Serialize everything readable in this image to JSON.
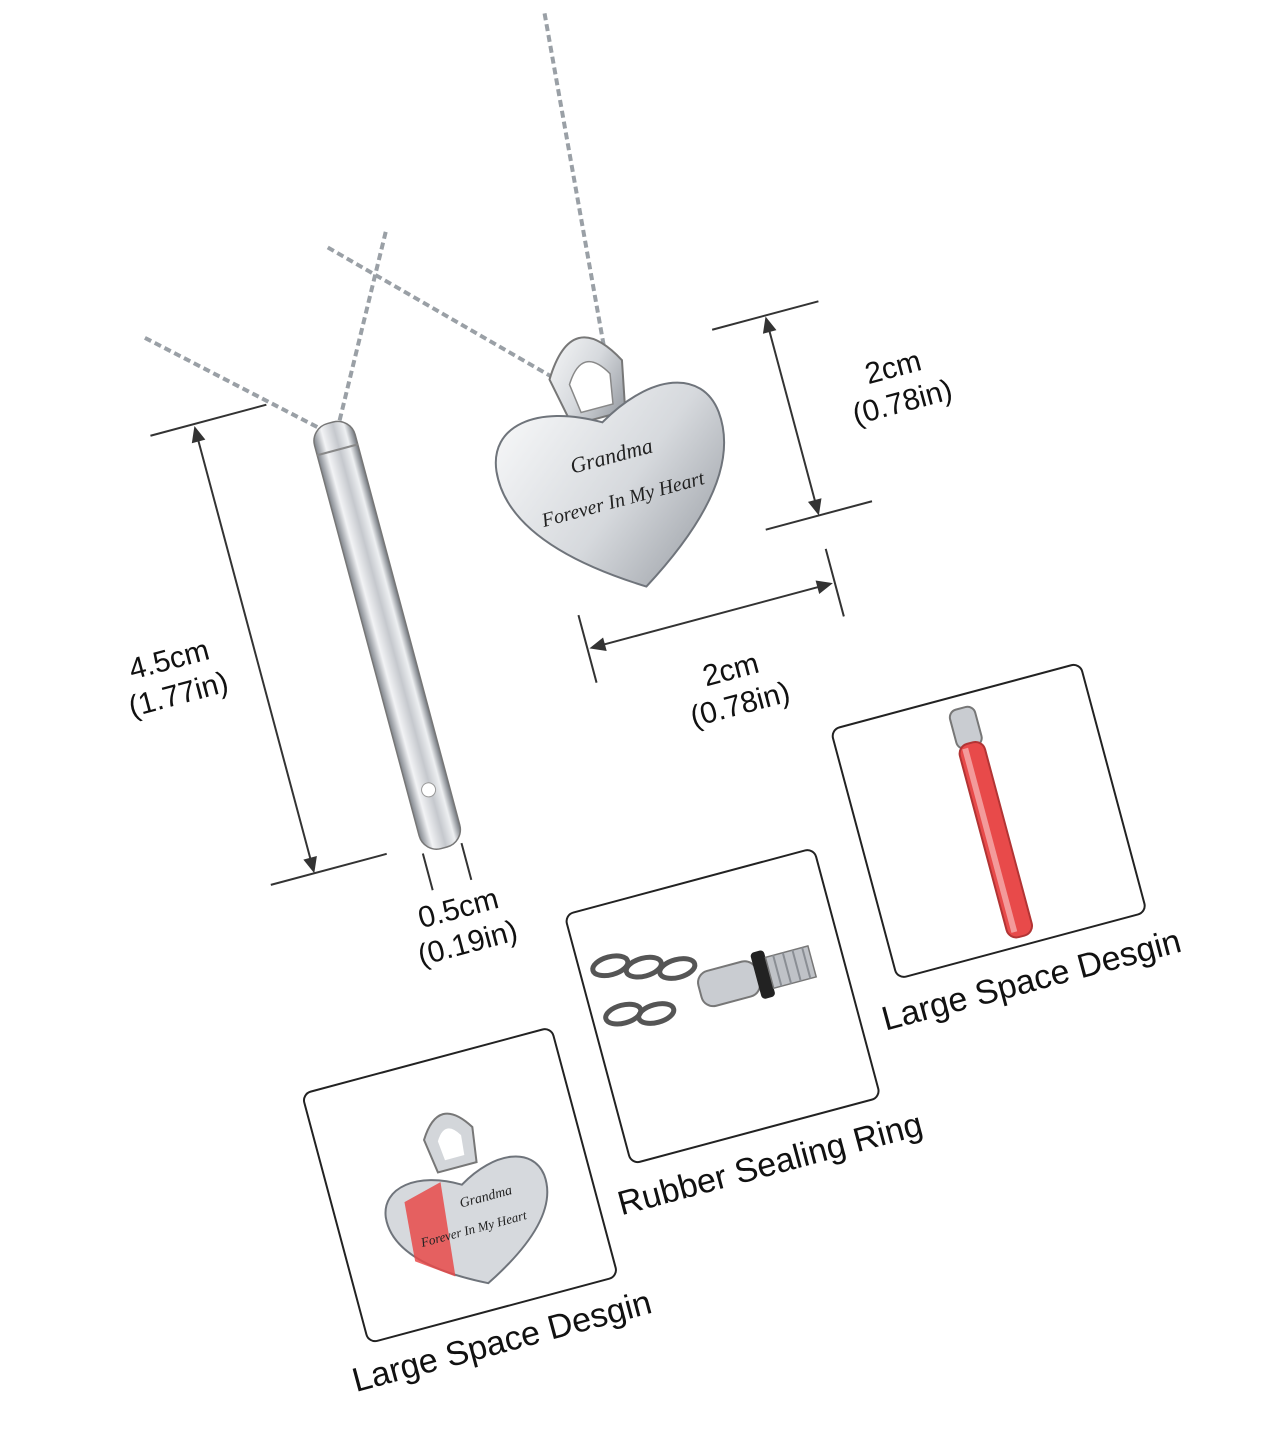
{
  "bar_dims": {
    "height_cm": "4.5cm",
    "height_in": "(1.77in)",
    "width_cm": "0.5cm",
    "width_in": "(0.19in)"
  },
  "heart_dims": {
    "height_cm": "2cm",
    "height_in": "(0.78in)",
    "width_cm": "2cm",
    "width_in": "(0.78in)"
  },
  "heart_engraving": {
    "line1": "Grandma",
    "line2": "Forever In My Heart"
  },
  "cards": [
    {
      "caption": "Large Space Desgin",
      "engraving1": "Grandma",
      "engraving2": "Forever In My Heart"
    },
    {
      "caption": "Rubber Sealing Ring"
    },
    {
      "caption": "Large Space Desgin"
    }
  ],
  "colors": {
    "silver": "#c9ccd1",
    "silver_dark": "#8d9096",
    "red_fill": "#e84a4a"
  }
}
